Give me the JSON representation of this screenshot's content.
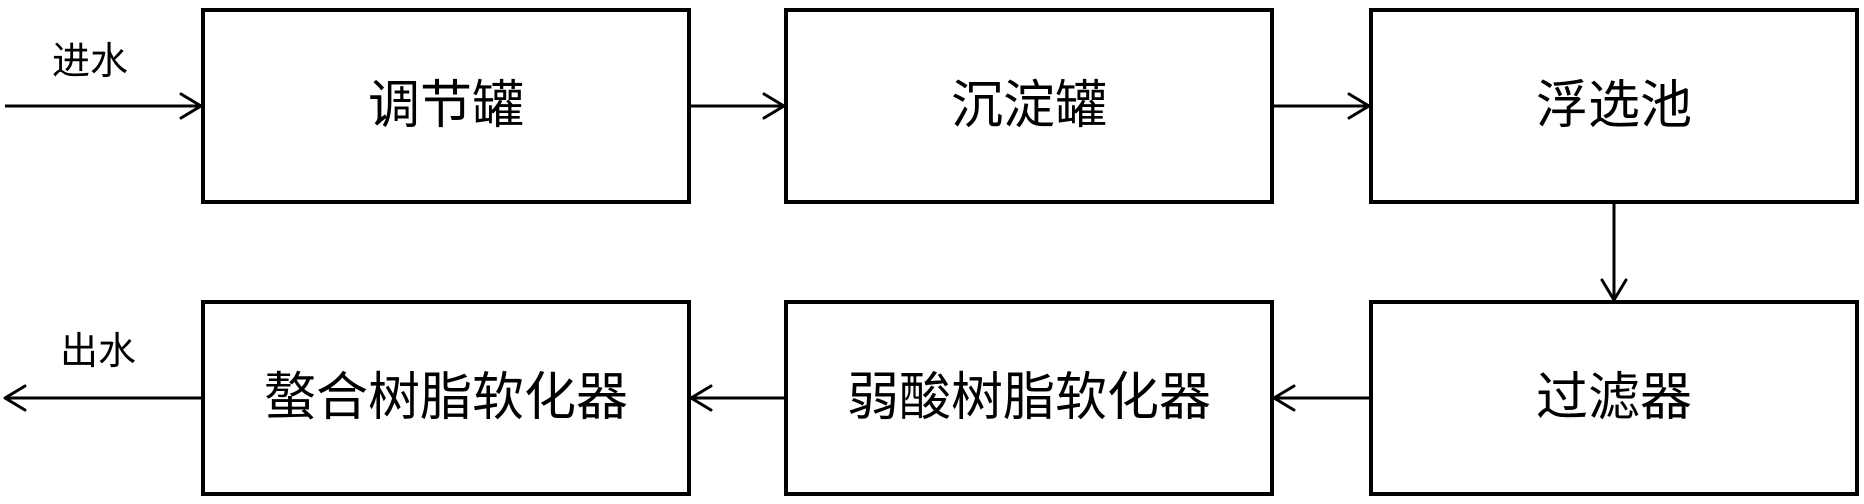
{
  "input_label": "进水",
  "output_label": "出水",
  "stages": [
    {
      "id": "regulating-tank",
      "label": "调节罐"
    },
    {
      "id": "sedimentation-tank",
      "label": "沉淀罐"
    },
    {
      "id": "flotation-tank",
      "label": "浮选池"
    },
    {
      "id": "filter",
      "label": "过滤器"
    },
    {
      "id": "weak-acid-resin-softener",
      "label": "弱酸树脂软化器"
    },
    {
      "id": "chelating-resin-softener",
      "label": "螯合树脂软化器"
    }
  ],
  "flow_order": [
    "进水",
    "调节罐",
    "沉淀罐",
    "浮选池",
    "过滤器",
    "弱酸树脂软化器",
    "螯合树脂软化器",
    "出水"
  ],
  "colors": {
    "stroke": "#000000",
    "background": "#ffffff"
  }
}
